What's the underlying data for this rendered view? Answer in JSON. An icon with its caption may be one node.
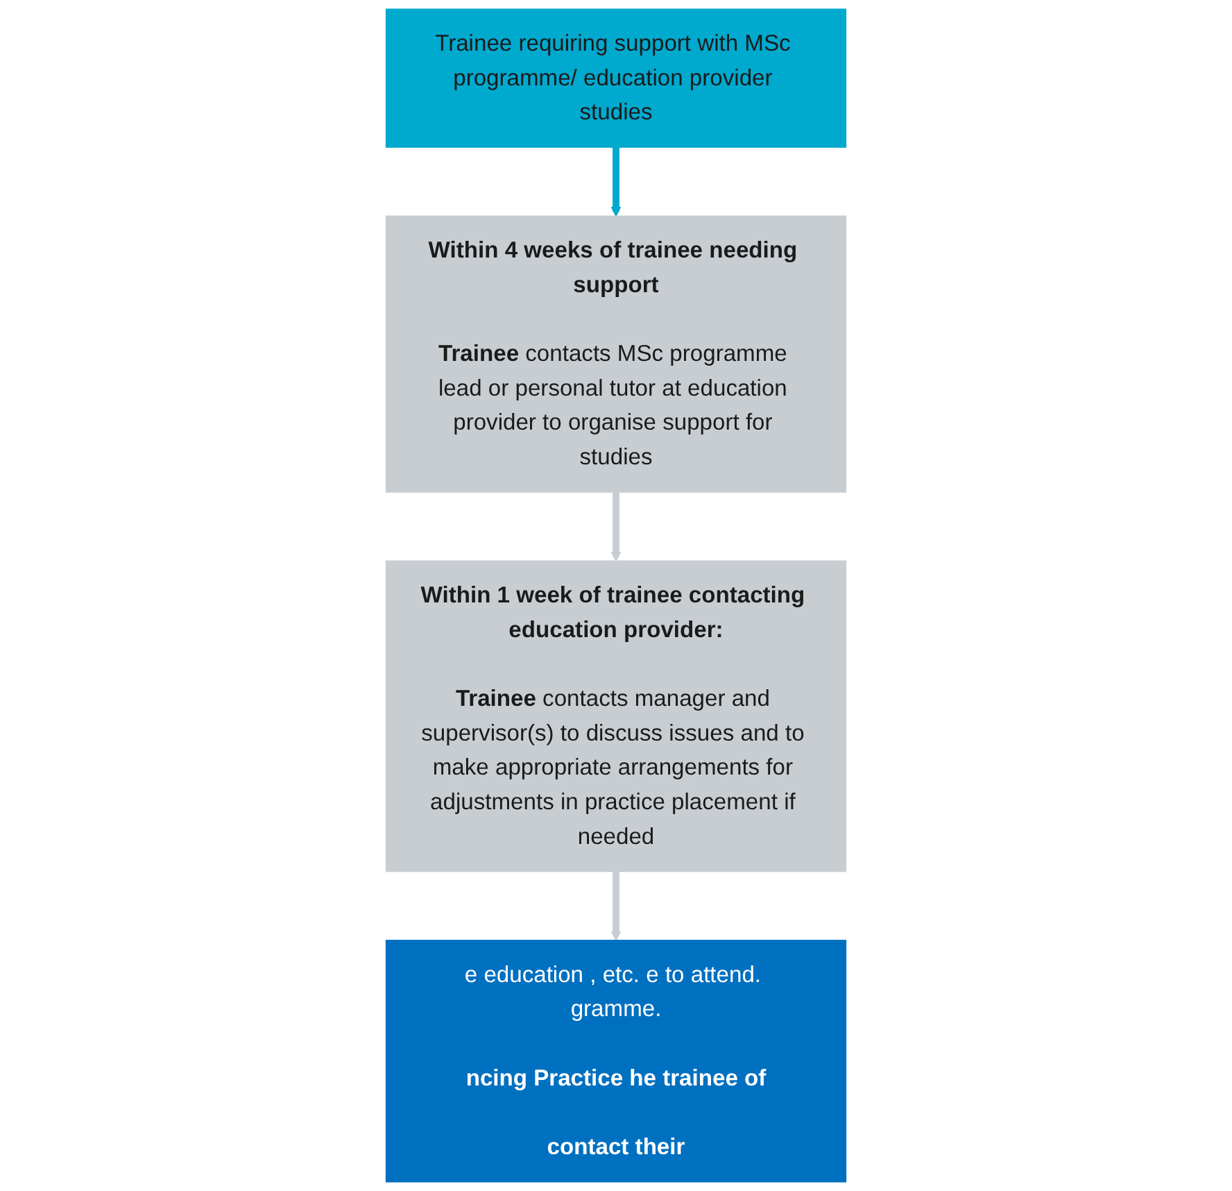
{
  "diagram": {
    "nodes": [
      {
        "text": [
          "Trainee requiring support with MSc programme/ education provider studies"
        ]
      },
      {
        "text": [
          "Within 4 weeks of trainee needing support",
          "**Trainee** contacts MSc programme lead or personal tutor at education provider to organise support for studies"
        ]
      },
      {
        "text": [
          "Within 1 week of trainee contacting education provider:",
          "**Trainee** contacts manager and supervisor(s) to discuss issues and to make appropriate arrangements for adjustments in practice placement if needed"
        ]
      },
      {
        "text": [
          "e education , etc. e to attend. gramme.",
          "ncing Practice he trainee of",
          "contact their"
        ]
      }
    ],
    "edges": [
      {
        "from": 0,
        "to": 1,
        "arrow": "to",
        "color": "#00a9ce"
      },
      {
        "from": 1,
        "to": 2,
        "arrow": "to"
      },
      {
        "from": 2,
        "to": 3,
        "arrow": "to"
      }
    ]
  }
}
